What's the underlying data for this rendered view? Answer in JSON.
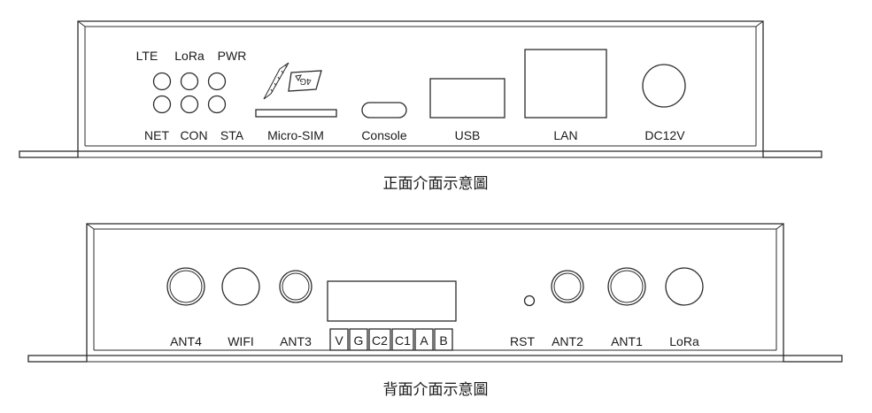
{
  "front_panel": {
    "caption": "正面介面示意圖",
    "led_labels_top": [
      "LTE",
      "LoRa",
      "PWR"
    ],
    "led_labels_bottom": [
      "NET",
      "CON",
      "STA"
    ],
    "sim_card_text": "4G",
    "ports": {
      "micro_sim": "Micro-SIM",
      "console": "Console",
      "usb": "USB",
      "lan": "LAN",
      "dc": "DC12V"
    }
  },
  "back_panel": {
    "caption": "背面介面示意圖",
    "ports": {
      "ant4": "ANT4",
      "wifi": "WIFI",
      "ant3": "ANT3",
      "rst": "RST",
      "ant2": "ANT2",
      "ant1": "ANT1",
      "lora": "LoRa"
    },
    "terminal_pins": [
      "V",
      "G",
      "C2",
      "C1",
      "A",
      "B"
    ]
  }
}
